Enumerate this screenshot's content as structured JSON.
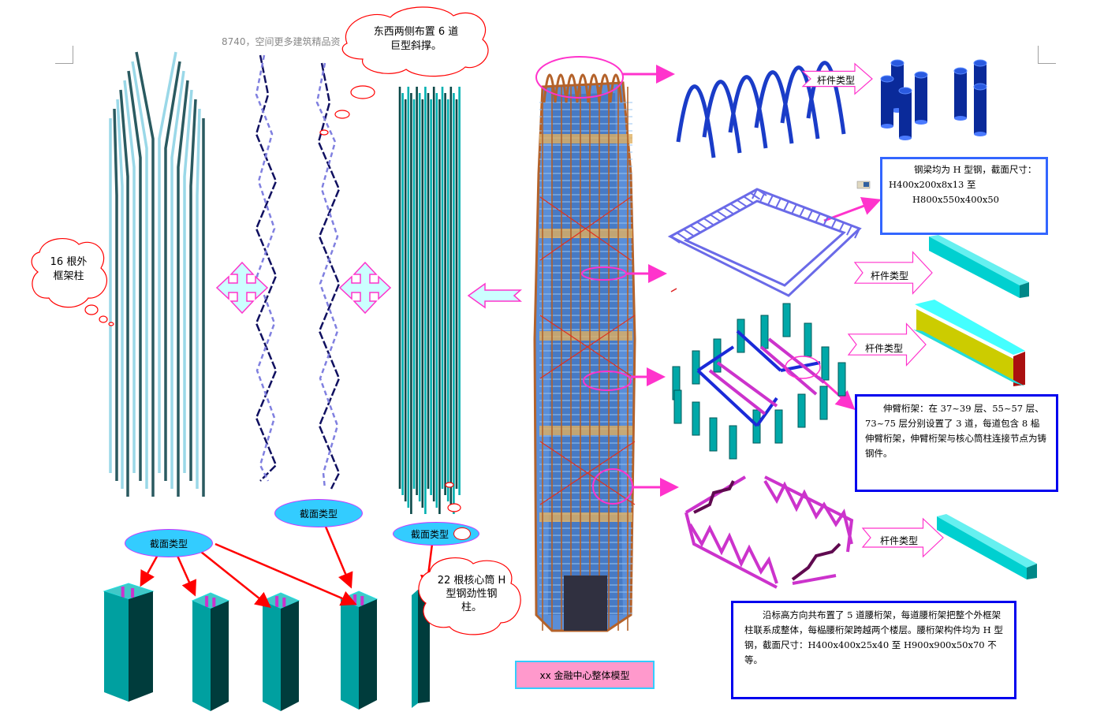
{
  "header": {
    "watermark": "8740，空间更多建筑精品资"
  },
  "callouts": {
    "diagonal_braces": [
      "东西两侧布置 6 道",
      "巨型斜撑。"
    ],
    "outer_columns": [
      "16 根外",
      "框架柱"
    ],
    "core_columns": [
      "22 根核心筒 H",
      "型钢劲性钢",
      "柱。"
    ]
  },
  "labels": {
    "section_type": "截面类型",
    "member_type": "杆件类型"
  },
  "section_type_labels": [
    "截面类型",
    "截面类型",
    "截面类型"
  ],
  "member_type_labels": [
    "杆件类型",
    "杆件类型",
    "杆件类型",
    "杆件类型"
  ],
  "notes": {
    "steel_beams": {
      "line1": "钢梁均为 H 型钢，截面尺寸：",
      "line2": "H400x200x8x13 至",
      "line3": "H800x550x400x50"
    },
    "outrigger_truss": "伸臂桁架：在 37~39 层、55~57 层、73~75 层分别设置了 3 道，每道包含 8 榀伸臂桁架，伸臂桁架与核心筒柱连接节点为铸钢件。",
    "belt_truss": "沿标高方向共布置了 5 道腰桁架，每道腰桁架把整个外框架柱联系成整体，每榀腰桁架跨越两个楼层。腰桁架构件均为 H 型钢，截面尺寸：H400x400x25x40 至 H900x900x50x70 不等。"
  },
  "model_title": "xx 金融中心整体模型",
  "colors": {
    "callout_stroke": "#ff0000",
    "accent_magenta": "#ff33cc",
    "label_fill": "#33ccff",
    "arrow_fill": "#ccffff",
    "box_border": "#0000ee",
    "box_border_light": "#3366ff",
    "title_fill": "#ff99cc",
    "column_teal": "#00a0a0",
    "column_dark": "#003c3c",
    "brace_navy": "#101060",
    "arch_blue": "#1a3cc8",
    "tower_orange": "#b4622a",
    "tower_blue": "#3a7cc8"
  },
  "icons": {
    "four_way_arrow": "four-way-arrow-icon",
    "left_arrow": "left-arrow-icon",
    "right_pointer": "right-pointer-arrow-icon",
    "image_placeholder": "image-placeholder-icon"
  }
}
